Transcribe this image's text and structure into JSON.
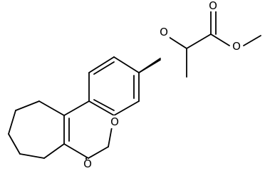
{
  "structure": {
    "atoms": [
      {
        "id": "o_ether",
        "symbol": "O"
      },
      {
        "id": "o_carbonyl_ester",
        "symbol": "O"
      },
      {
        "id": "o_methoxy",
        "symbol": "O"
      },
      {
        "id": "o_ring",
        "symbol": "O"
      },
      {
        "id": "o_lactone_carbonyl",
        "symbol": "O"
      }
    ],
    "colors": {
      "bond": "#000000",
      "label": "#000000",
      "background": "#ffffff"
    }
  }
}
